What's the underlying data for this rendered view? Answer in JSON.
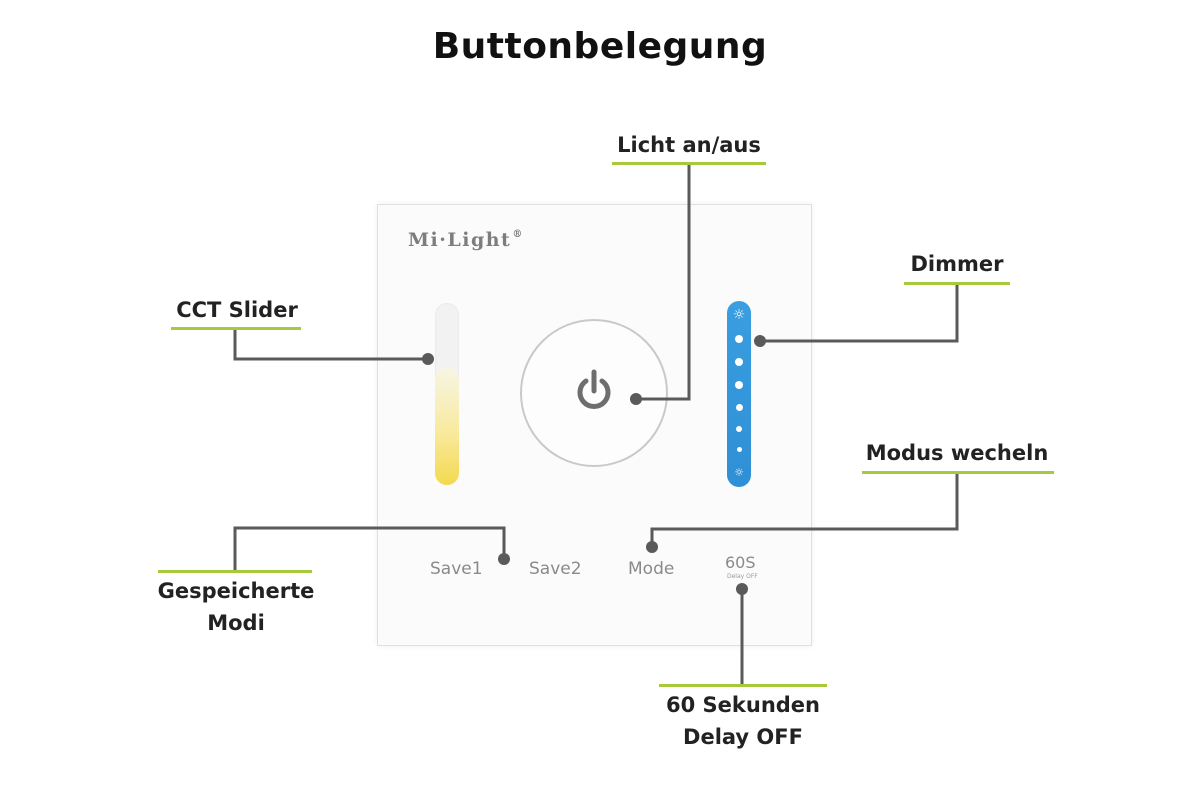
{
  "title": "Buttonbelegung",
  "panel": {
    "brand": "Mi·Light",
    "brand_mark": "®",
    "cct_level": 0.65,
    "buttons": {
      "save1": "Save1",
      "save2": "Save2",
      "mode": "Mode",
      "delay": "60S",
      "delay_sub": "Delay OFF"
    }
  },
  "callouts": {
    "power": "Licht an/aus",
    "dimmer": "Dimmer",
    "cct": "CCT Slider",
    "mode": "Modus wecheln",
    "saved_line1": "Gespeicherte",
    "saved_line2": "Modi",
    "delay_line1": "60 Sekunden",
    "delay_line2": "Delay OFF"
  },
  "colors": {
    "accent_underline": "#a7c93c",
    "dimmer_blue": "#2f8fd6",
    "cct_yellow": "#f3d94e",
    "leader_gray": "#5a5a5a"
  },
  "icons": [
    "power-icon",
    "sun-icon"
  ]
}
